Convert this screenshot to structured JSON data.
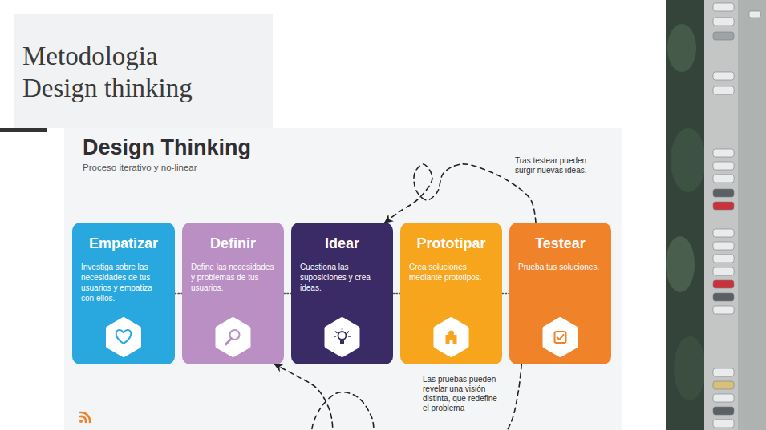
{
  "diagram": {
    "title": "Metodologia Design thinking",
    "nodes": [
      {
        "text": [
          "Empatizar",
          "Investiga sobre las necesidades de tus usuarios y empatiza con ellos."
        ]
      },
      {
        "text": [
          "Definir",
          "Define las necesidades y problemas de tus usuarios."
        ]
      },
      {
        "text": [
          "Idear",
          "Cuestiona las suposiciones y crea ideas."
        ]
      },
      {
        "text": [
          "Prototipar",
          "Crea soluciones mediante prototipos."
        ]
      },
      {
        "text": [
          "Testear",
          "Prueba tus soluciones."
        ]
      }
    ],
    "edges": [
      {
        "from": 0,
        "to": 1,
        "arrow": "none"
      },
      {
        "from": 1,
        "to": 2,
        "arrow": "none"
      },
      {
        "from": 2,
        "to": 3,
        "arrow": "none"
      },
      {
        "from": 3,
        "to": 4,
        "arrow": "none"
      },
      {
        "from": 4,
        "to": 2,
        "arrow": "to",
        "label": "Tras testear pueden surgir nuevas ideas."
      },
      {
        "from": 4,
        "to": 1,
        "arrow": "to",
        "label": "Las pruebas pueden revelar una visión distinta, que redefine el problema"
      }
    ],
    "labels": [
      "Design Thinking",
      "Proceso iterativo y no-linear"
    ]
  }
}
